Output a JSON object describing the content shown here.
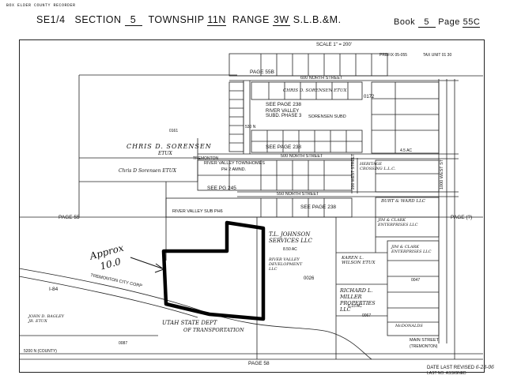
{
  "header": {
    "quarter": "SE1/4",
    "section_label": "SECTION",
    "section": "5",
    "township_label": "TOWNSHIP",
    "township": "11N",
    "range_label": "RANGE",
    "range": "3W",
    "meridian": "S.L.B.&M.",
    "book_label": "Book",
    "book": "5",
    "page_label": "Page",
    "page": "55C"
  },
  "scale": "SCALE 1\" = 200'",
  "tax_unit": "TAX UNIT 01 30",
  "prefix": "PREFIX 05-055",
  "page_refs": {
    "top": "PAGE 55B",
    "left": "PAGE 55",
    "right": "PAGE (?)",
    "bottom": "PAGE 58",
    "see_238a": "SEE PAGE 238",
    "see_238b": "SEE PAGE 238",
    "see_245": "SEE PG 245",
    "see_238c": "SEE PAGE 238"
  },
  "streets": {
    "north_600": "600 NORTH STREET",
    "north_500": "500 NORTH STREET",
    "north_550": "550 NORTH STREET",
    "main": "MAIN STREET",
    "tremonton": "(TREMONTON)",
    "west_1000": "1000 WEST ST",
    "west_200": "200 WEST STREET",
    "tremonton_city_corp": "TREMONTON CITY CORP",
    "hwy": "I-84",
    "county_line": "5200 N (COUNTY)"
  },
  "subdivisions": {
    "river_valley_ph3": "RIVER VALLEY SUBD. PHASE 3",
    "sorensen": "SORENSEN SUBD",
    "townhomes": "RIVER VALLEY TOWNHOMES",
    "ph2": "PH 2 AMND.",
    "rv_ph6": "RIVER VALLEY SUB PH6",
    "tremonton_sub": "TREMONTON"
  },
  "owners": {
    "chris_a": "CHRIS D. SORENSEN",
    "chris_a_sub": "ETUX",
    "chris_b": "Chris D Sorensen ETUX",
    "chris_c": "CHRIS D. SORENSEN ETUX",
    "tl_johnson": "T.L. JOHNSON SERVICES LLC",
    "richard": "RICHARD L. MILLER PROPERTIES LLC",
    "utah_state_1": "UTAH STATE DEPT",
    "utah_state_2": "OF TRANSPORTATION",
    "river_valley_owner": "RIVER VALLEY DEVELOPMENT LLC",
    "karen": "KAREN L. WILSON ETUX",
    "burt": "BURT & WARD LLC",
    "heritage": "HERITAGE CROSSING L.L.C.",
    "jim_clark_1": "JIM & CLARK ENTERPRISES LLC",
    "jim_clark_2": "JIM & CLARK ENTERPRISES LLC",
    "john_d": "JOHN D. BAGLEY JR. ETUX",
    "mcdonalds": "McDONALDS"
  },
  "parcels": {
    "p0172": "0172",
    "p0026": "0026",
    "p0067": "0067",
    "p0087": "0087",
    "p0047": "0047",
    "p0161": "0161",
    "p530n": "530 N",
    "acres_tl": "8.50 AC",
    "acres_rm": "6.15 AC",
    "acres_cs": "4.5 AC"
  },
  "annotations": {
    "approx": "Approx",
    "acres": "10.0"
  },
  "footer": {
    "date_label": "DATE LAST REVISED",
    "date": "6-28-06",
    "lot_label": "LAST NO. ASSIGNED"
  },
  "colors": {
    "ink": "#111111",
    "paper": "#ffffff",
    "boundary": "#000000"
  }
}
